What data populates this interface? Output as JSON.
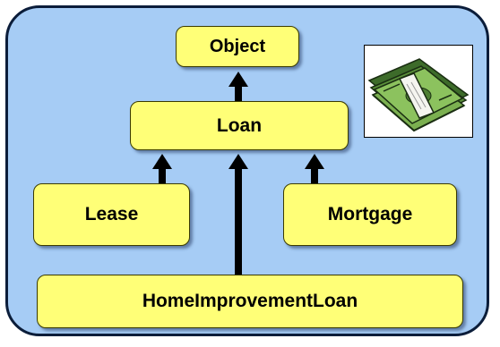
{
  "diagram": {
    "nodes": [
      {
        "id": "object",
        "label": "Object"
      },
      {
        "id": "loan",
        "label": "Loan"
      },
      {
        "id": "lease",
        "label": "Lease"
      },
      {
        "id": "mortgage",
        "label": "Mortgage"
      },
      {
        "id": "hil",
        "label": "HomeImprovementLoan"
      }
    ],
    "edges": [
      {
        "from": "loan",
        "to": "object"
      },
      {
        "from": "lease",
        "to": "loan"
      },
      {
        "from": "hil",
        "to": "loan"
      },
      {
        "from": "mortgage",
        "to": "loan"
      }
    ]
  },
  "colors": {
    "panel_background": "#a6ccf5",
    "panel_border": "#0b1d3a",
    "node_fill": "#ffff77",
    "arrow": "#000000"
  },
  "illustration": {
    "icon": "money-stack-icon"
  }
}
